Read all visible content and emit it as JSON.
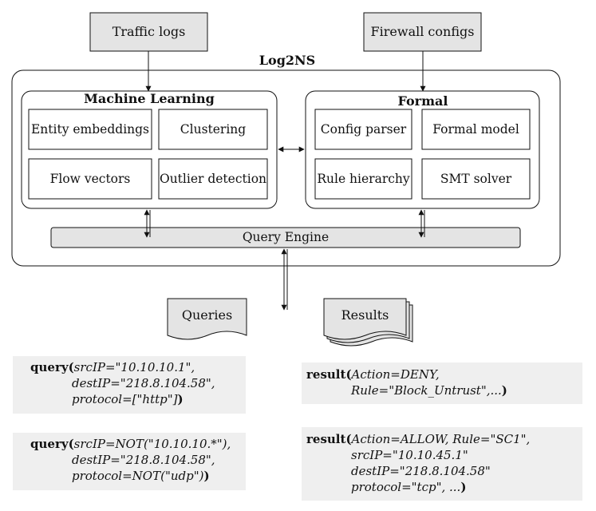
{
  "inputs": {
    "traffic_logs": "Traffic logs",
    "firewall_configs": "Firewall configs"
  },
  "system": {
    "title": "Log2NS",
    "ml": {
      "title": "Machine Learning",
      "boxes": [
        "Entity embeddings",
        "Clustering",
        "Flow vectors",
        "Outlier detection"
      ]
    },
    "formal": {
      "title": "Formal",
      "boxes": [
        "Config parser",
        "Formal model",
        "Rule hierarchy",
        "SMT solver"
      ]
    },
    "query_engine": "Query Engine"
  },
  "io": {
    "queries": "Queries",
    "results": "Results"
  },
  "examples": {
    "query1": {
      "kw": "query",
      "l1": "srcIP=\"10.10.10.1\",",
      "l2": "destIP=\"218.8.104.58\",",
      "l3": "protocol=[\"http\"]",
      "close": ")"
    },
    "query2": {
      "kw": "query",
      "l1": "srcIP=NOT(\"10.10.10.*\"),",
      "l2": "destIP=\"218.8.104.58\",",
      "l3": "protocol=NOT(\"udp\")",
      "close": ")"
    },
    "result1": {
      "kw": "result",
      "l1": "Action=DENY,",
      "l2": "Rule=\"Block_Untrust\",...",
      "close": ")"
    },
    "result2": {
      "kw": "result",
      "l1": "Action=ALLOW, Rule=\"SC1\",",
      "l2": "srcIP=\"10.10.45.1\"",
      "l3": "destIP=\"218.8.104.58\"",
      "l4": "protocol=\"tcp\", ...",
      "close": ")"
    }
  },
  "colors": {
    "box_fill": "#e4e4e4",
    "example_bg": "#efefef",
    "stroke": "#111111"
  }
}
